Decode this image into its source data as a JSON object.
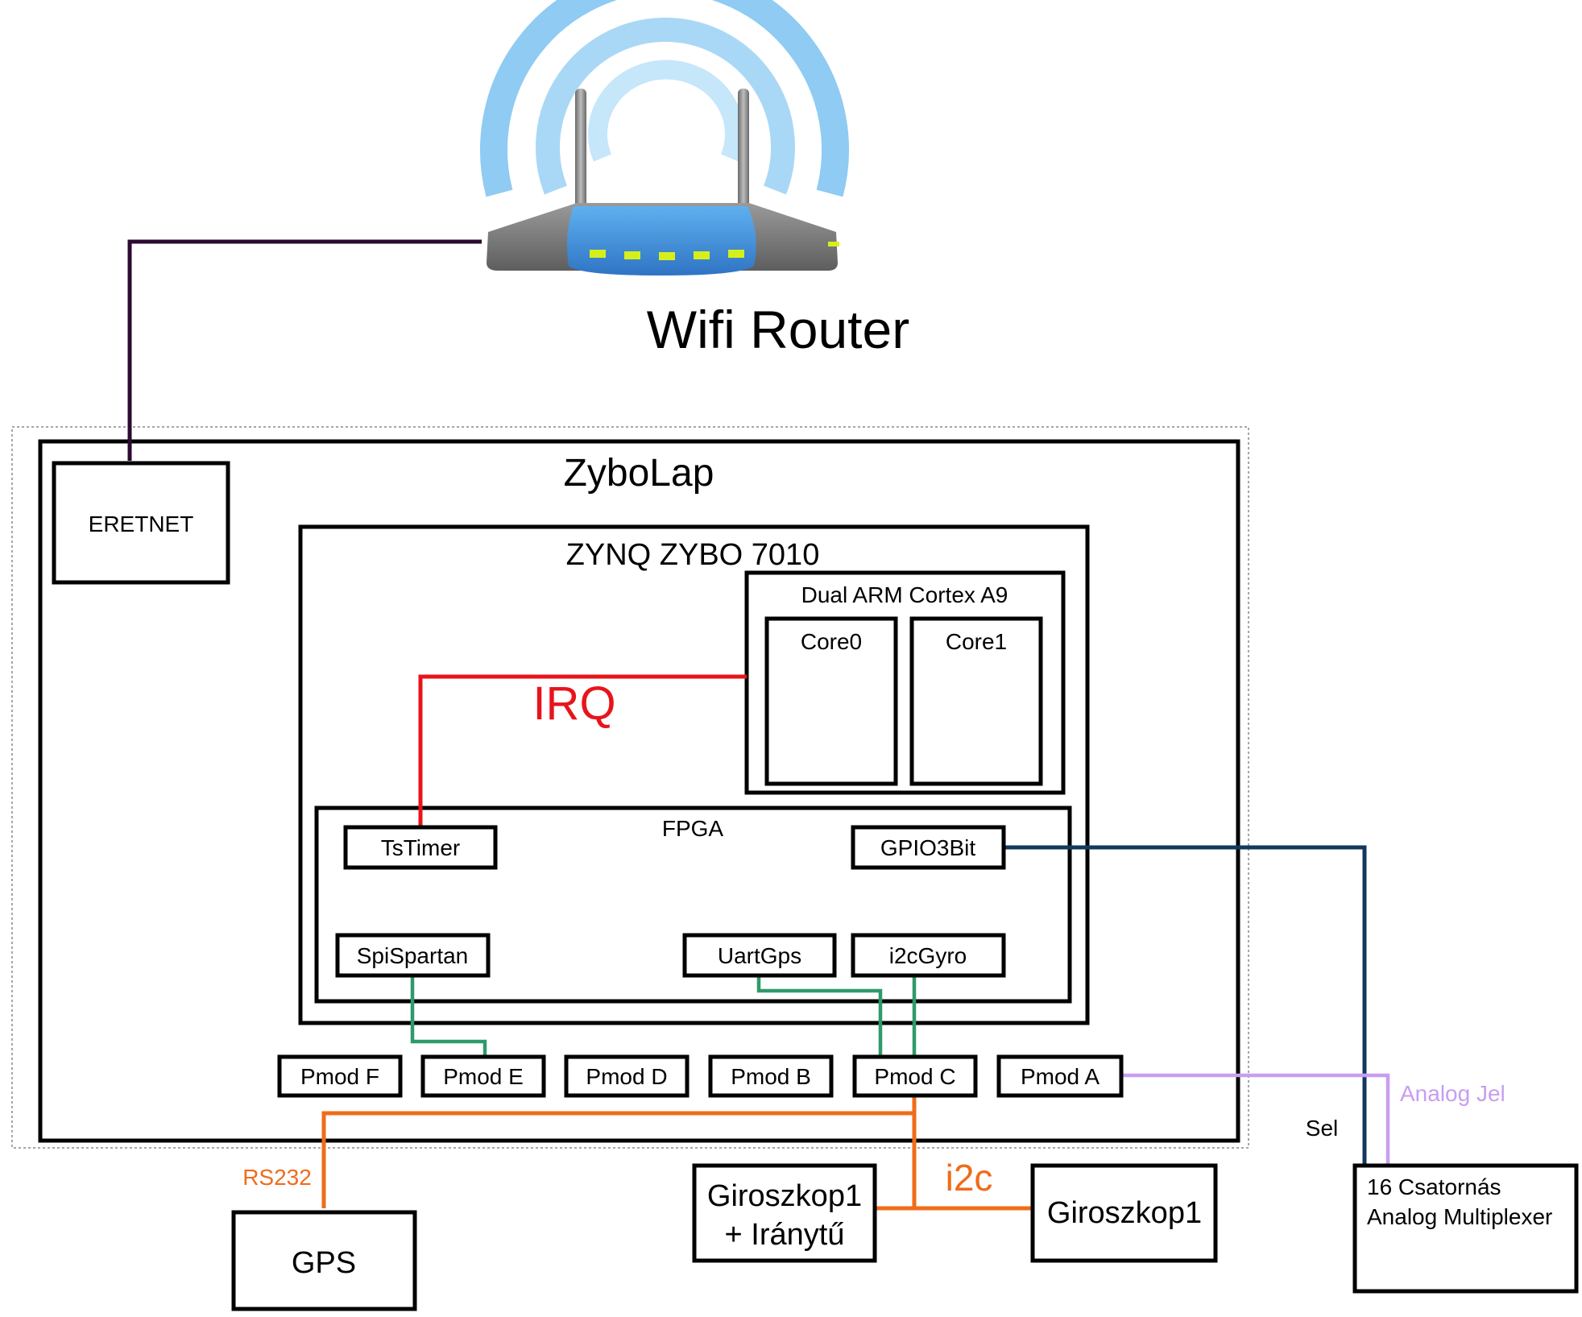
{
  "router": {
    "title": "Wifi Router"
  },
  "board": {
    "title": "ZyboLap"
  },
  "ethernet": {
    "label": "ERETNET"
  },
  "soc": {
    "title": "ZYNQ ZYBO 7010"
  },
  "arm": {
    "title": "Dual ARM Cortex A9",
    "core0": "Core0",
    "core1": "Core1"
  },
  "fpga": {
    "title": "FPGA",
    "tstimer": "TsTimer",
    "gpio": "GPIO3Bit",
    "spi": "SpiSpartan",
    "uart": "UartGps",
    "i2c": "i2cGyro"
  },
  "pmods": [
    "Pmod F",
    "Pmod E",
    "Pmod D",
    "Pmod B",
    "Pmod C",
    "Pmod A"
  ],
  "external": {
    "gps": "GPS",
    "gyro_compass_line1": "Giroszkop1",
    "gyro_compass_line2": "+ Iránytű",
    "gyro": "Giroszkop1",
    "mux_line1": "16 Csatornás",
    "mux_line2": "Analog Multiplexer"
  },
  "signals": {
    "irq": "IRQ",
    "rs232": "RS232",
    "i2c": "i2c",
    "sel": "Sel",
    "analog": "Analog Jel"
  },
  "colors": {
    "irq": "#e8141b",
    "orange": "#ef6c1a",
    "green": "#2e9a6a",
    "navy": "#13385e",
    "lavender": "#c79ef0",
    "ethernet": "#2e0a33",
    "router_blue": "#3d8fd6",
    "router_arcs": "#8fcbf2",
    "router_leds": "#d6ef1c"
  }
}
